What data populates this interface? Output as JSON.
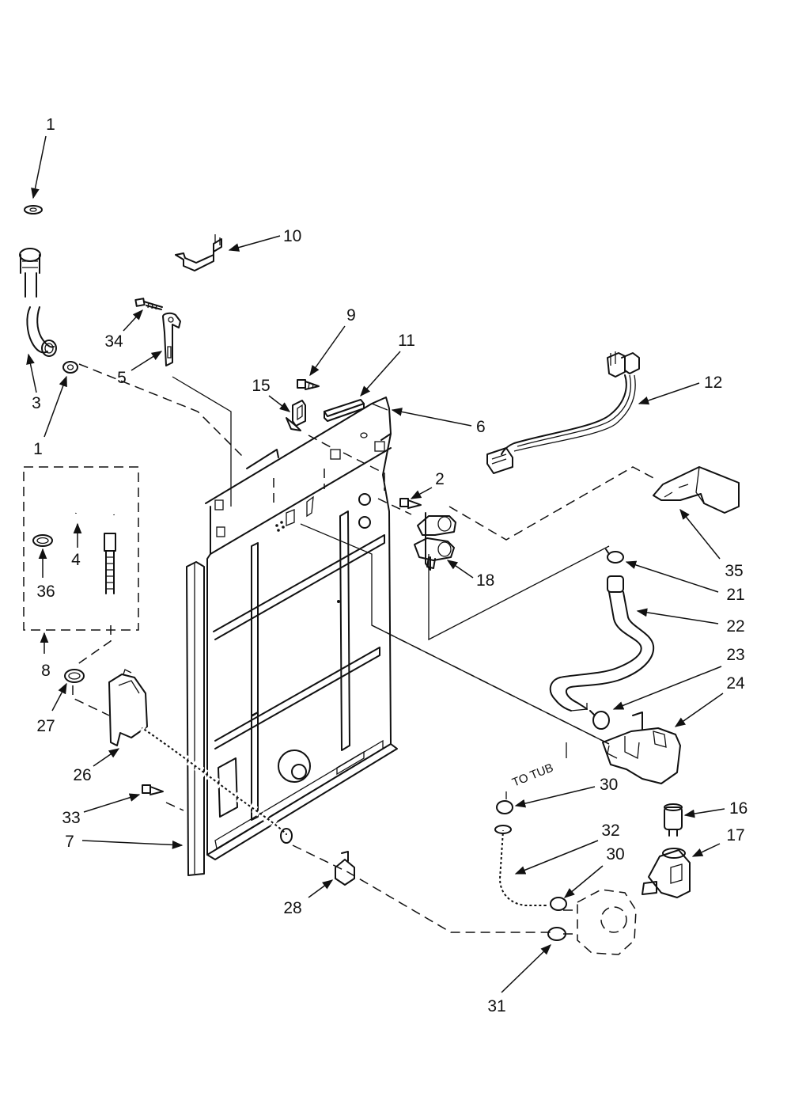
{
  "diagram": {
    "callouts": [
      "1",
      "10",
      "34",
      "9",
      "11",
      "15",
      "5",
      "3",
      "1",
      "12",
      "6",
      "2",
      "4",
      "36",
      "18",
      "35",
      "21",
      "8",
      "22",
      "23",
      "24",
      "27",
      "26",
      "30",
      "16",
      "33",
      "32",
      "7",
      "30",
      "17",
      "28",
      "31"
    ],
    "tub_label": "TO TUB"
  }
}
